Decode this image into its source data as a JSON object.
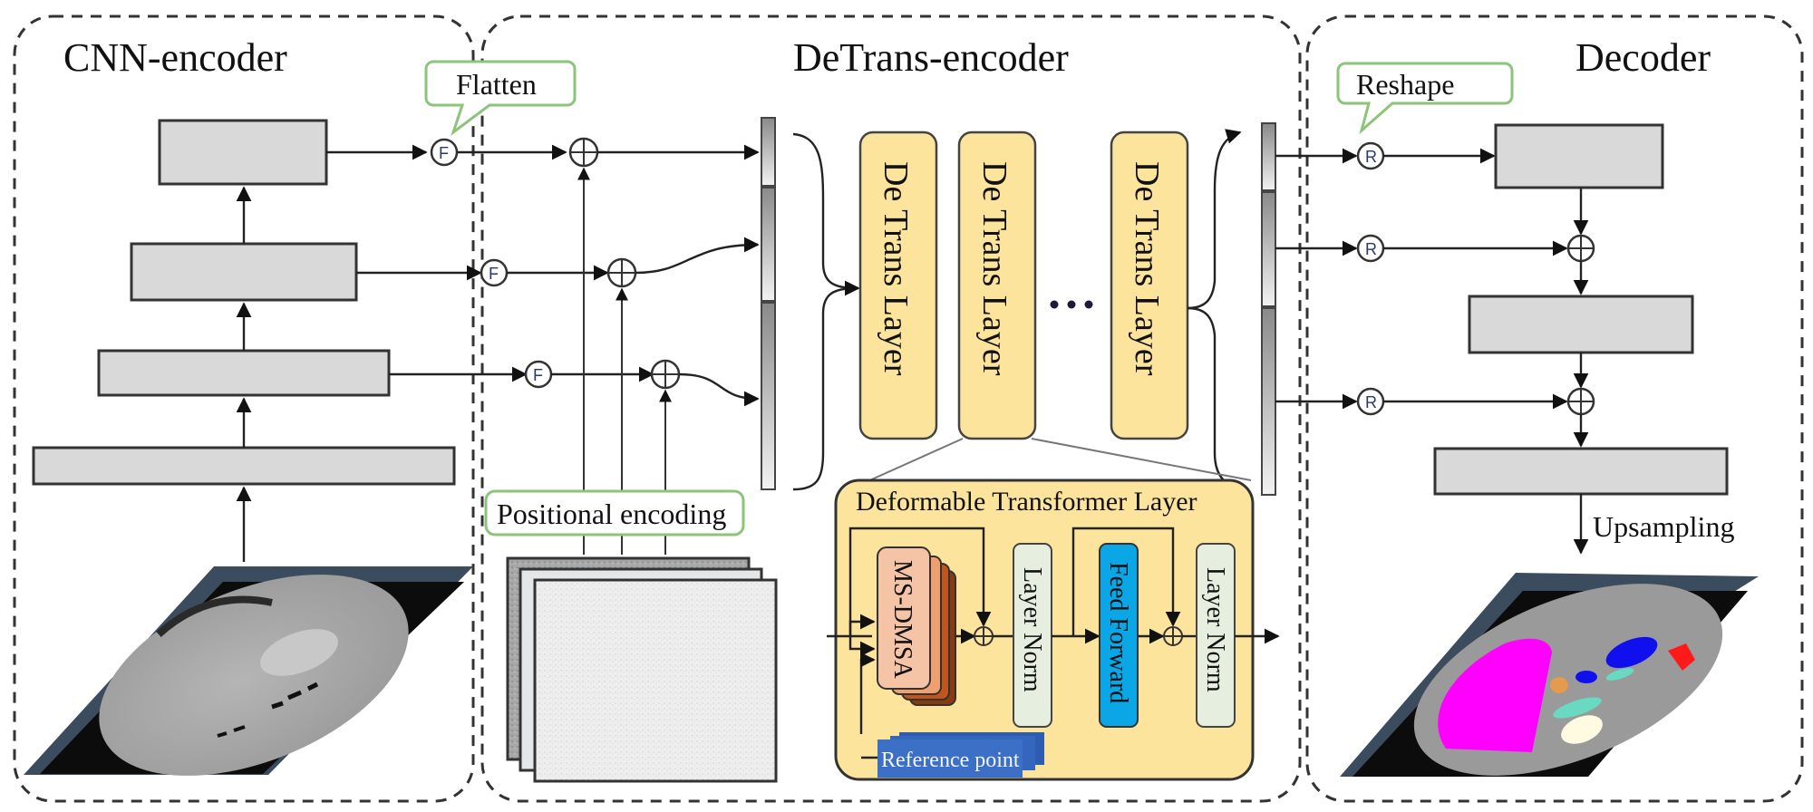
{
  "figure": {
    "sections": {
      "cnn_encoder": {
        "title": "CNN-encoder"
      },
      "detrans_encoder": {
        "title": "DeTrans-encoder"
      },
      "decoder": {
        "title": "Decoder"
      }
    },
    "callouts": {
      "flatten": "Flatten",
      "reshape": "Reshape",
      "positional_encoding": "Positional encoding"
    },
    "operators": {
      "flatten_symbol": "F",
      "reshape_symbol": "R",
      "add_symbol": "⊕"
    },
    "detrans_layers": [
      {
        "label": "De Trans Layer"
      },
      {
        "label": "De Trans Layer"
      },
      {
        "label": "De Trans Layer"
      }
    ],
    "ellipsis": "…",
    "deformable_layer": {
      "title": "Deformable Transformer Layer",
      "blocks": [
        {
          "label": "MS-DMSA",
          "color": "#f5c4a6"
        },
        {
          "label": "Layer Norm",
          "color": "#e6efdf"
        },
        {
          "label": "Feed Forward",
          "color": "#0aa6e6"
        },
        {
          "label": "Layer Norm",
          "color": "#e6efdf"
        }
      ],
      "reference_point": "Reference point"
    },
    "upsampling_label": "Upsampling",
    "colors": {
      "layer_fill": "#fde49c",
      "callout_border": "#8cc47a",
      "feature_box": "#d9d9d9",
      "reference_point": "#3c6fc6",
      "ct_frame": "#3b4c5e",
      "seg_liver": "#ff00ff",
      "seg_spleen": "#ff1a1a",
      "seg_stomach": "#1010ee",
      "seg_pancreas": "#6ad9c1",
      "seg_gallbladder": "#e59a4e",
      "seg_kidney": "#fffbe0"
    }
  }
}
